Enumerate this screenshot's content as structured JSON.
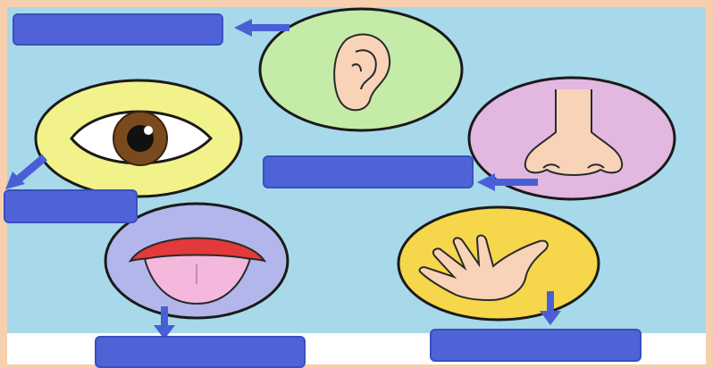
{
  "colors": {
    "background_border": "#f6cfae",
    "panel": "#a7d9ea",
    "label_box": "#4f63d6",
    "arrow": "#4a5fd6",
    "ear_circle": "#c5eba8",
    "eye_circle": "#f2f28a",
    "nose_circle": "#e2b8e0",
    "tongue_circle": "#b3b6ea",
    "hand_circle": "#f6d64a",
    "skin": "#f8d3b8",
    "iris": "#7a4a1e",
    "tongue": "#f4b8dc",
    "lips": "#e23a3a"
  },
  "diagram": {
    "organs": [
      {
        "name": "ear",
        "label": ""
      },
      {
        "name": "eye",
        "label": ""
      },
      {
        "name": "nose",
        "label": ""
      },
      {
        "name": "tongue",
        "label": ""
      },
      {
        "name": "hand",
        "label": ""
      }
    ]
  }
}
